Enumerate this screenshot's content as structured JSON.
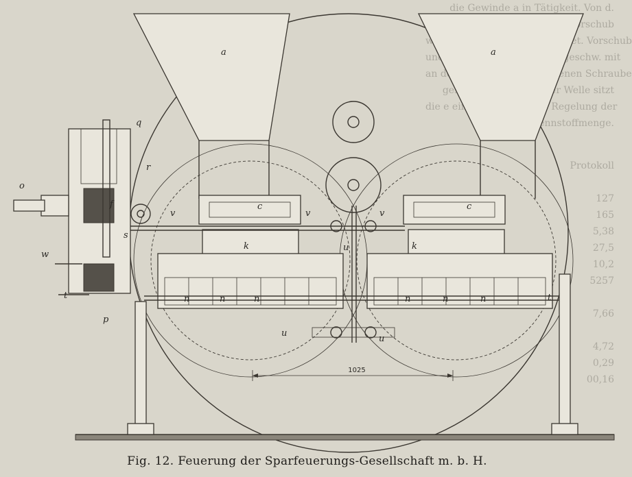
{
  "figure": {
    "caption": "Fig. 12.  Feuerung der Sparfeuerungs-Gesellschaft m. b. H.",
    "dimension": "1025",
    "labels": {
      "hopper_left": "a",
      "hopper_right": "a",
      "part_q": "q",
      "part_r": "r",
      "part_o": "o",
      "part_w": "w",
      "part_t_left": "t",
      "part_t_right": "t",
      "part_p": "p",
      "part_k_left": "k",
      "part_k_right": "k",
      "part_c_left": "c",
      "part_c_right": "c",
      "part_v1": "v",
      "part_v2": "v",
      "part_v3": "v",
      "part_u1": "u",
      "part_u2": "u",
      "part_u3": "u",
      "part_n1": "n",
      "part_n2": "n",
      "part_n3": "n",
      "part_n4": "n",
      "part_n5": "n",
      "part_n6": "n",
      "part_s": "s",
      "part_f": "f"
    }
  },
  "background_text": {
    "top_right": "die Gewinde a in Tätigkeit. Von d.\nZahn- gesetzt. Ein Vorschub\nwird das Schaltwerk eingeleitet. Vorschub\nund damit die Beschickungsgeschw. mit\nan der Schwinge s vorhandenen Schraube\ngestellt werden. Auf der Welle sitzt\ndie e eine entsprechende Regelung der\nBrennstoffmenge.",
    "right_column": "Protokoll\n\n127\n165\n5,38\n27,5\n10,2\n5257\n\n7,66\n\n4,72\n0,29\n00,16"
  }
}
